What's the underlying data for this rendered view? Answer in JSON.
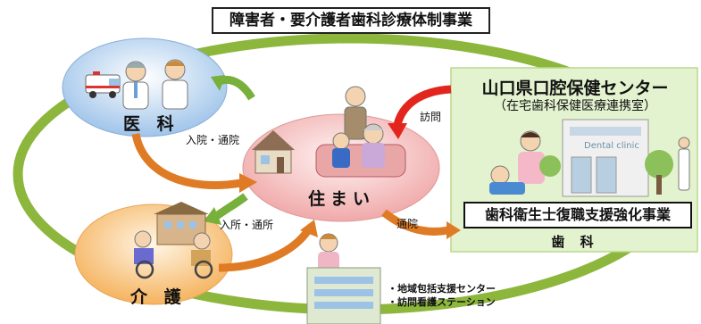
{
  "title": "障害者・要介護者歯科診療体制事業",
  "nodes": {
    "medical": "医 科",
    "home": "住まい",
    "care": "介 護"
  },
  "center": {
    "name": "山口県口腔保健センター",
    "subtitle": "（在宅歯科保健医療連携室）",
    "clinic_sign": "Dental clinic",
    "program": "歯科衛生士復職支援強化事業",
    "department": "歯 科"
  },
  "arrows": {
    "hospital": "入院・通院",
    "facility": "入所・通所",
    "visit": "訪問",
    "outpatient": "通院"
  },
  "notes": [
    "・地域包括支援センター",
    "・訪問看護ステーション"
  ],
  "colors": {
    "ring": "#8cb63c",
    "medical_fill": "#bcd7f2",
    "home_fill": "#f6c9c9",
    "care_fill": "#f8d09a",
    "center_fill": "#e3f3cf",
    "orange_arrow": "#e07b25",
    "red_arrow": "#e2261e",
    "green_arrow": "#77b03a"
  }
}
